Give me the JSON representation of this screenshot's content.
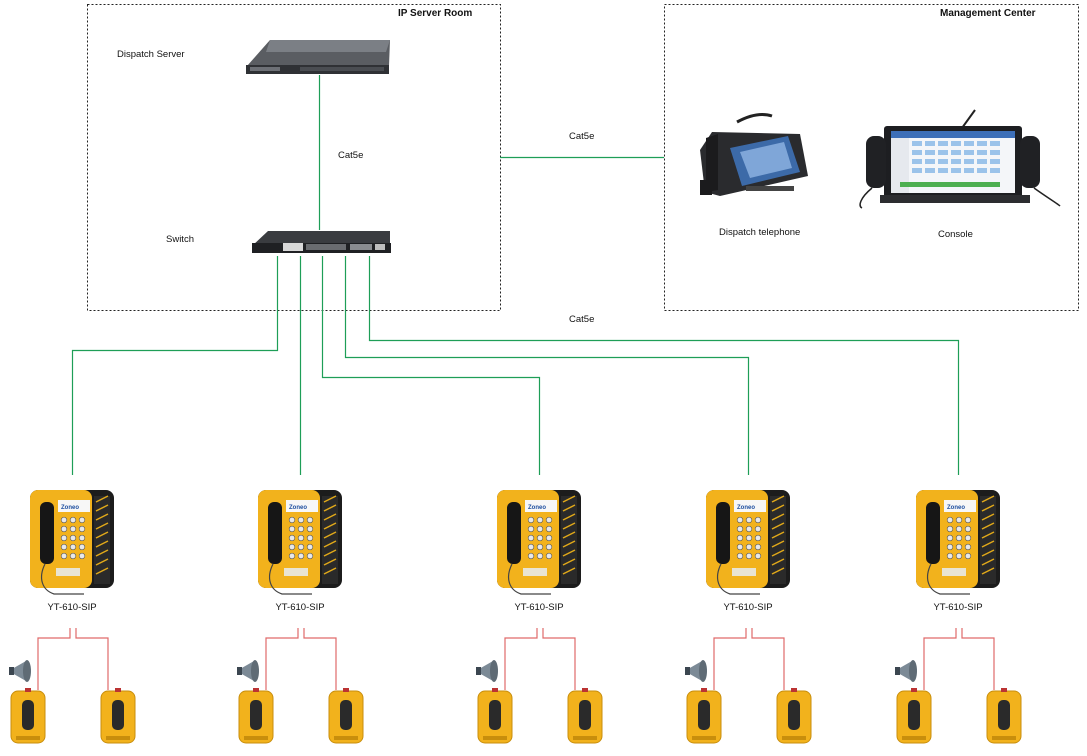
{
  "rooms": {
    "server_room": "IP Server Room",
    "management_center": "Management Center"
  },
  "devices": {
    "dispatch_server": "Dispatch Server",
    "switch": "Switch",
    "dispatch_telephone": "Dispatch telephone",
    "console": "Console"
  },
  "cables": {
    "server_to_switch": "Cat5e",
    "server_room_to_center": "Cat5e",
    "switch_to_phones": "Cat5e"
  },
  "phones": [
    {
      "model": "YT-610-SIP",
      "brand": "Zoneo"
    },
    {
      "model": "YT-610-SIP",
      "brand": "Zoneo"
    },
    {
      "model": "YT-610-SIP",
      "brand": "Zoneo"
    },
    {
      "model": "YT-610-SIP",
      "brand": "Zoneo"
    },
    {
      "model": "YT-610-SIP",
      "brand": "Zoneo"
    }
  ],
  "colors": {
    "network_cable": "#1e9e57",
    "phone_body": "#f2b21c",
    "horn_cable": "#e06a6a"
  },
  "icons": [
    "server-icon",
    "switch-icon",
    "dispatch-telephone-icon",
    "console-icon",
    "sip-phone-icon",
    "horn-speaker-icon",
    "beacon-phone-icon"
  ]
}
